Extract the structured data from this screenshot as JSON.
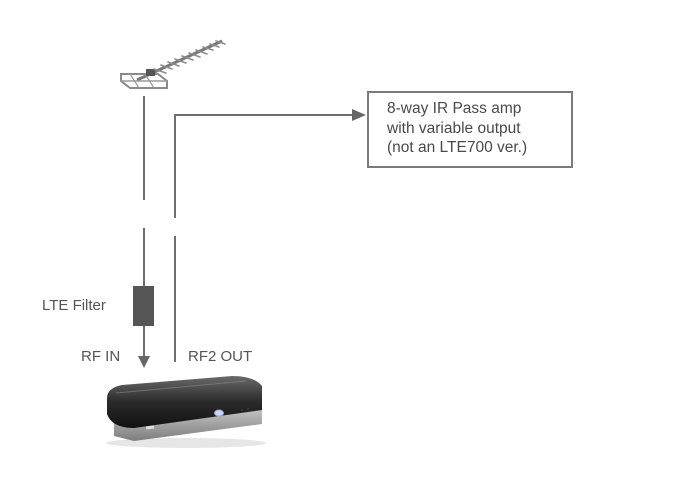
{
  "amplifier": {
    "line1": "8-way IR Pass amp",
    "line2": "with variable output",
    "line3": "(not an LTE700 ver.)"
  },
  "labels": {
    "lte_filter": "LTE Filter",
    "rf_in": "RF IN",
    "rf2_out": "RF2 OUT"
  },
  "colors": {
    "line": "#6e6e6e",
    "filter": "#555555",
    "box_border": "#7a7a7a",
    "text": "#555555"
  },
  "icons": {
    "antenna": "yagi-antenna-icon",
    "set_top_box": "set-top-box-icon"
  }
}
